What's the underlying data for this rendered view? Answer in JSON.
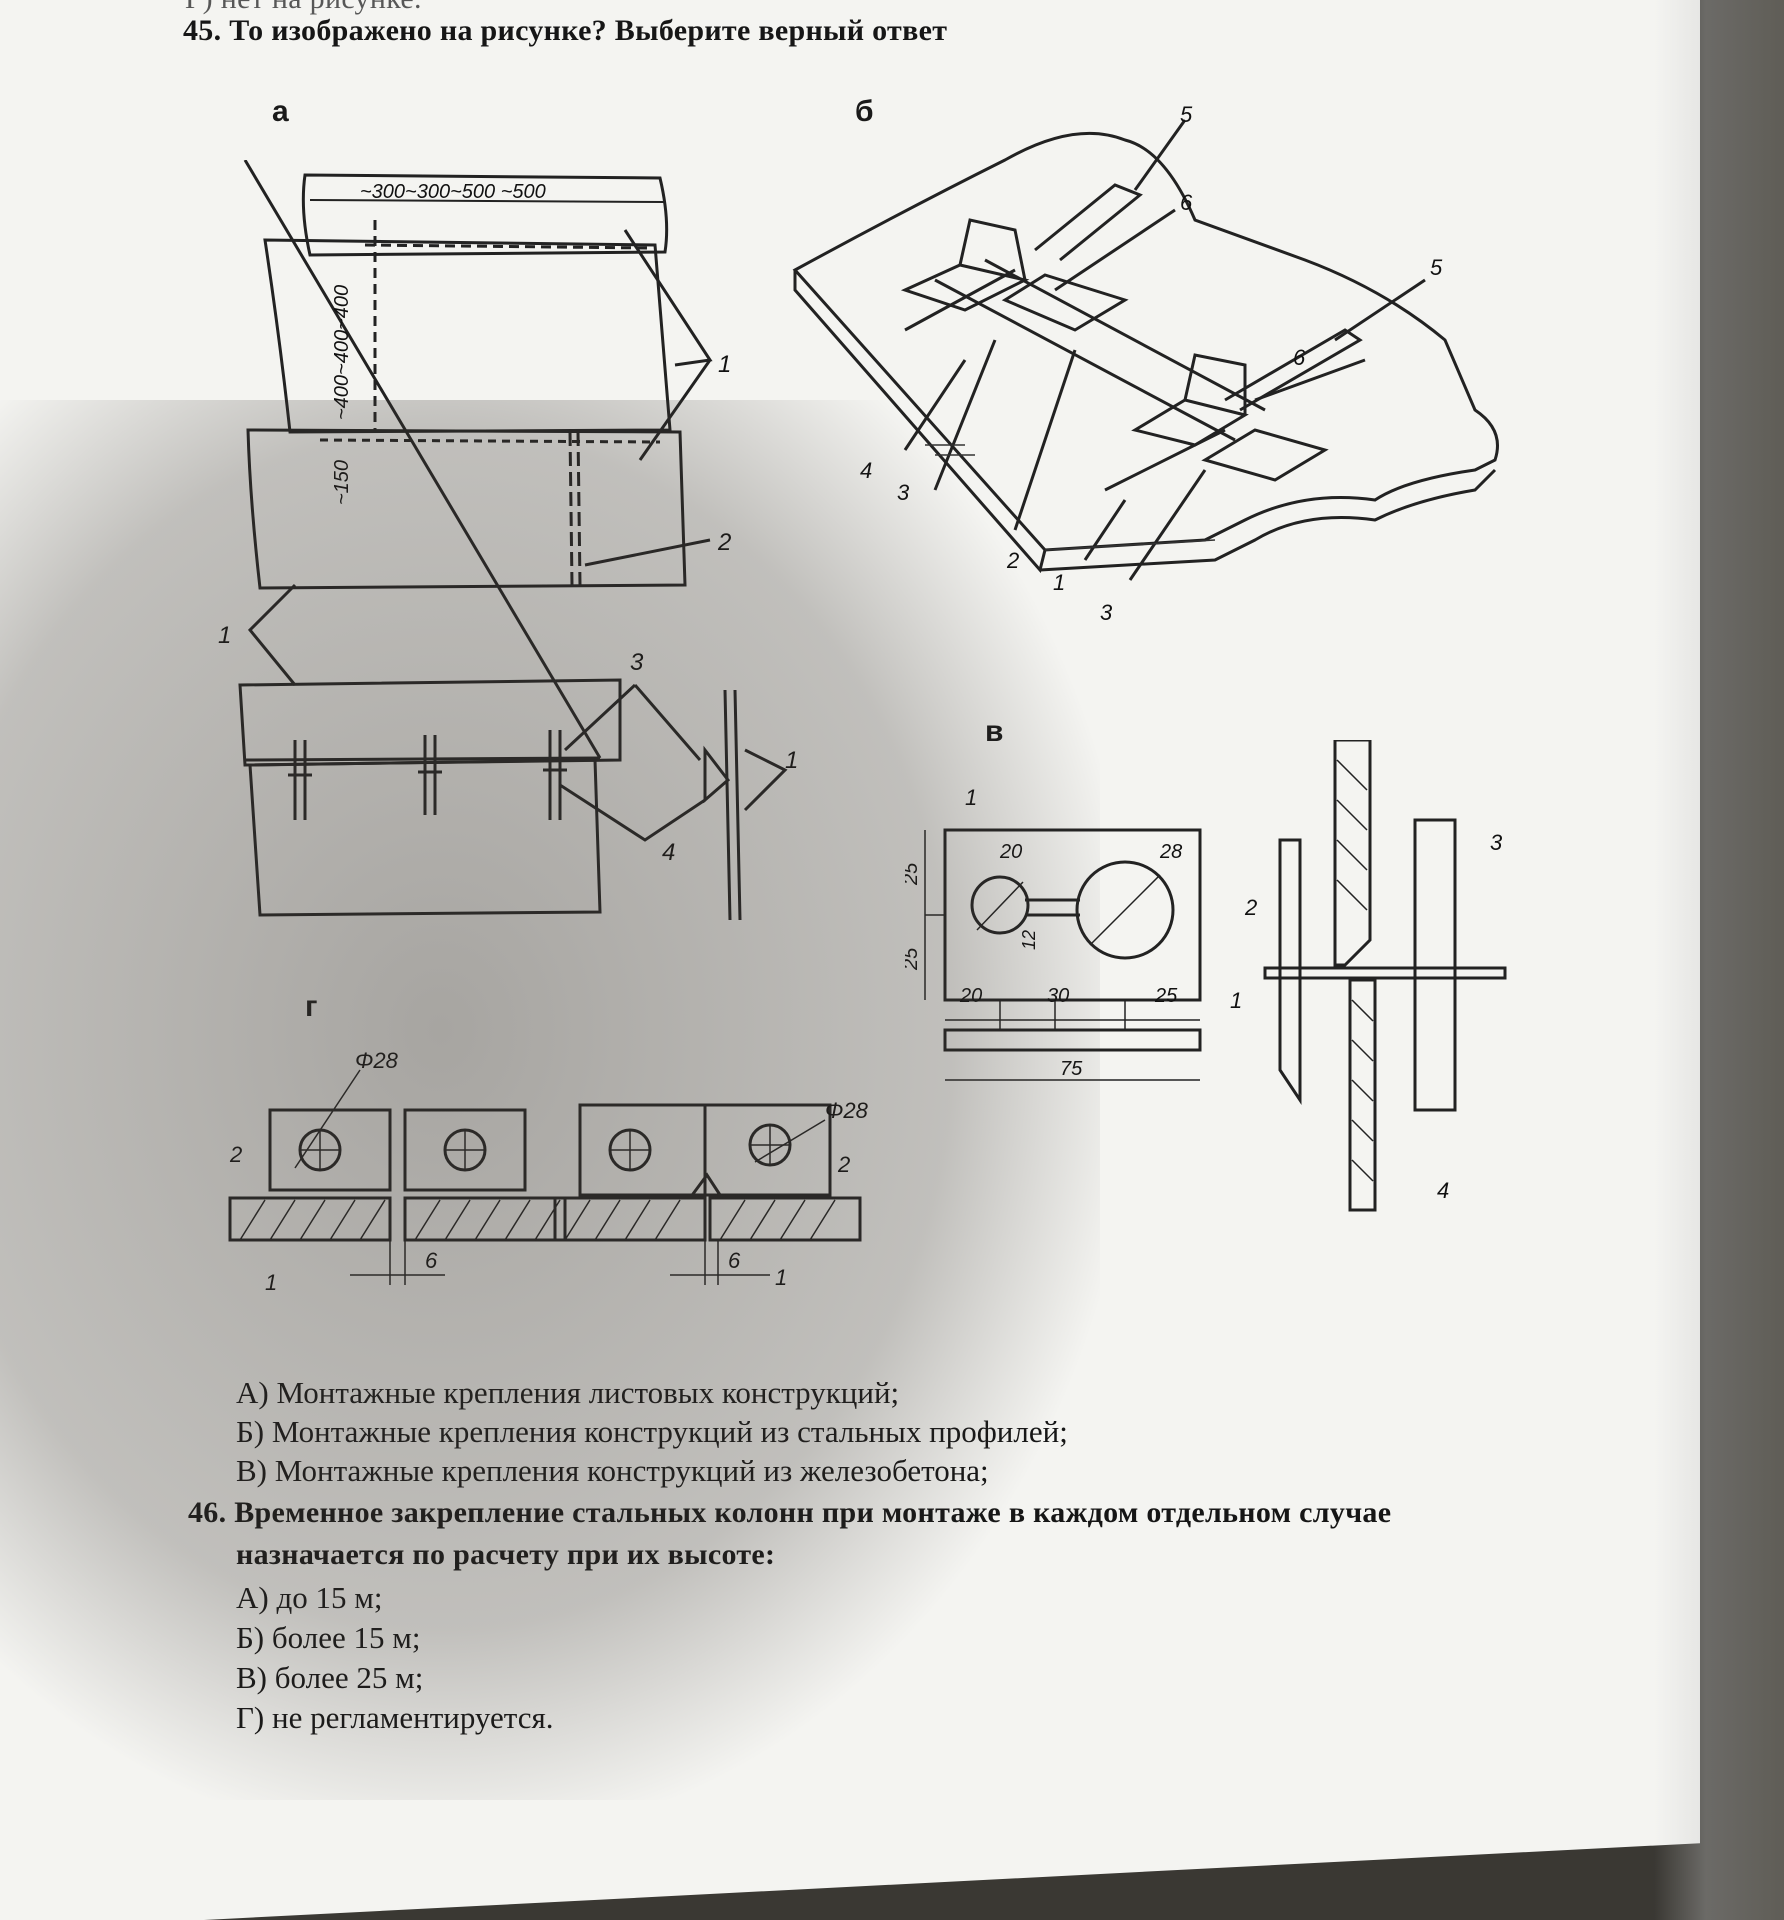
{
  "cut_top_text": "Г) нет на рисунке.",
  "q45": {
    "title": "45. То изображено на рисунке? Выберите верный ответ",
    "figure_labels": {
      "a": "а",
      "b": "б",
      "v": "в",
      "g": "г"
    },
    "fig_a": {
      "dims_top": "~300~300~500  ~500",
      "dims_side": "~400~400~400",
      "dim_150": "~150",
      "callouts": [
        "1",
        "2",
        "1",
        "3",
        "4",
        "1"
      ]
    },
    "fig_b": {
      "callouts": [
        "5",
        "6",
        "5",
        "6",
        "4",
        "3",
        "2",
        "1",
        "3"
      ]
    },
    "fig_v": {
      "dims": [
        "25",
        "25",
        "20",
        "28",
        "12",
        "20",
        "30",
        "25",
        "75"
      ],
      "callouts": [
        "1",
        "2",
        "3",
        "1",
        "4"
      ]
    },
    "fig_g": {
      "dia_left": "Φ28",
      "dia_right": "Φ28",
      "gap": "6",
      "callouts": [
        "2",
        "1",
        "2",
        "1"
      ]
    },
    "options": [
      "А) Монтажные крепления листовых конструкций;",
      "Б) Монтажные крепления конструкций из стальных профилей;",
      "В) Монтажные крепления конструкций из железобетона;"
    ]
  },
  "q46": {
    "title_line1": "46. Временное закрепление стальных колонн при монтаже в каждом отдельном случае",
    "title_line2": "назначается по расчету при их высоте:",
    "options": [
      "А) до 15 м;",
      "Б) более 15 м;",
      "В) более 25 м;",
      "Г) не регламентируется."
    ]
  }
}
